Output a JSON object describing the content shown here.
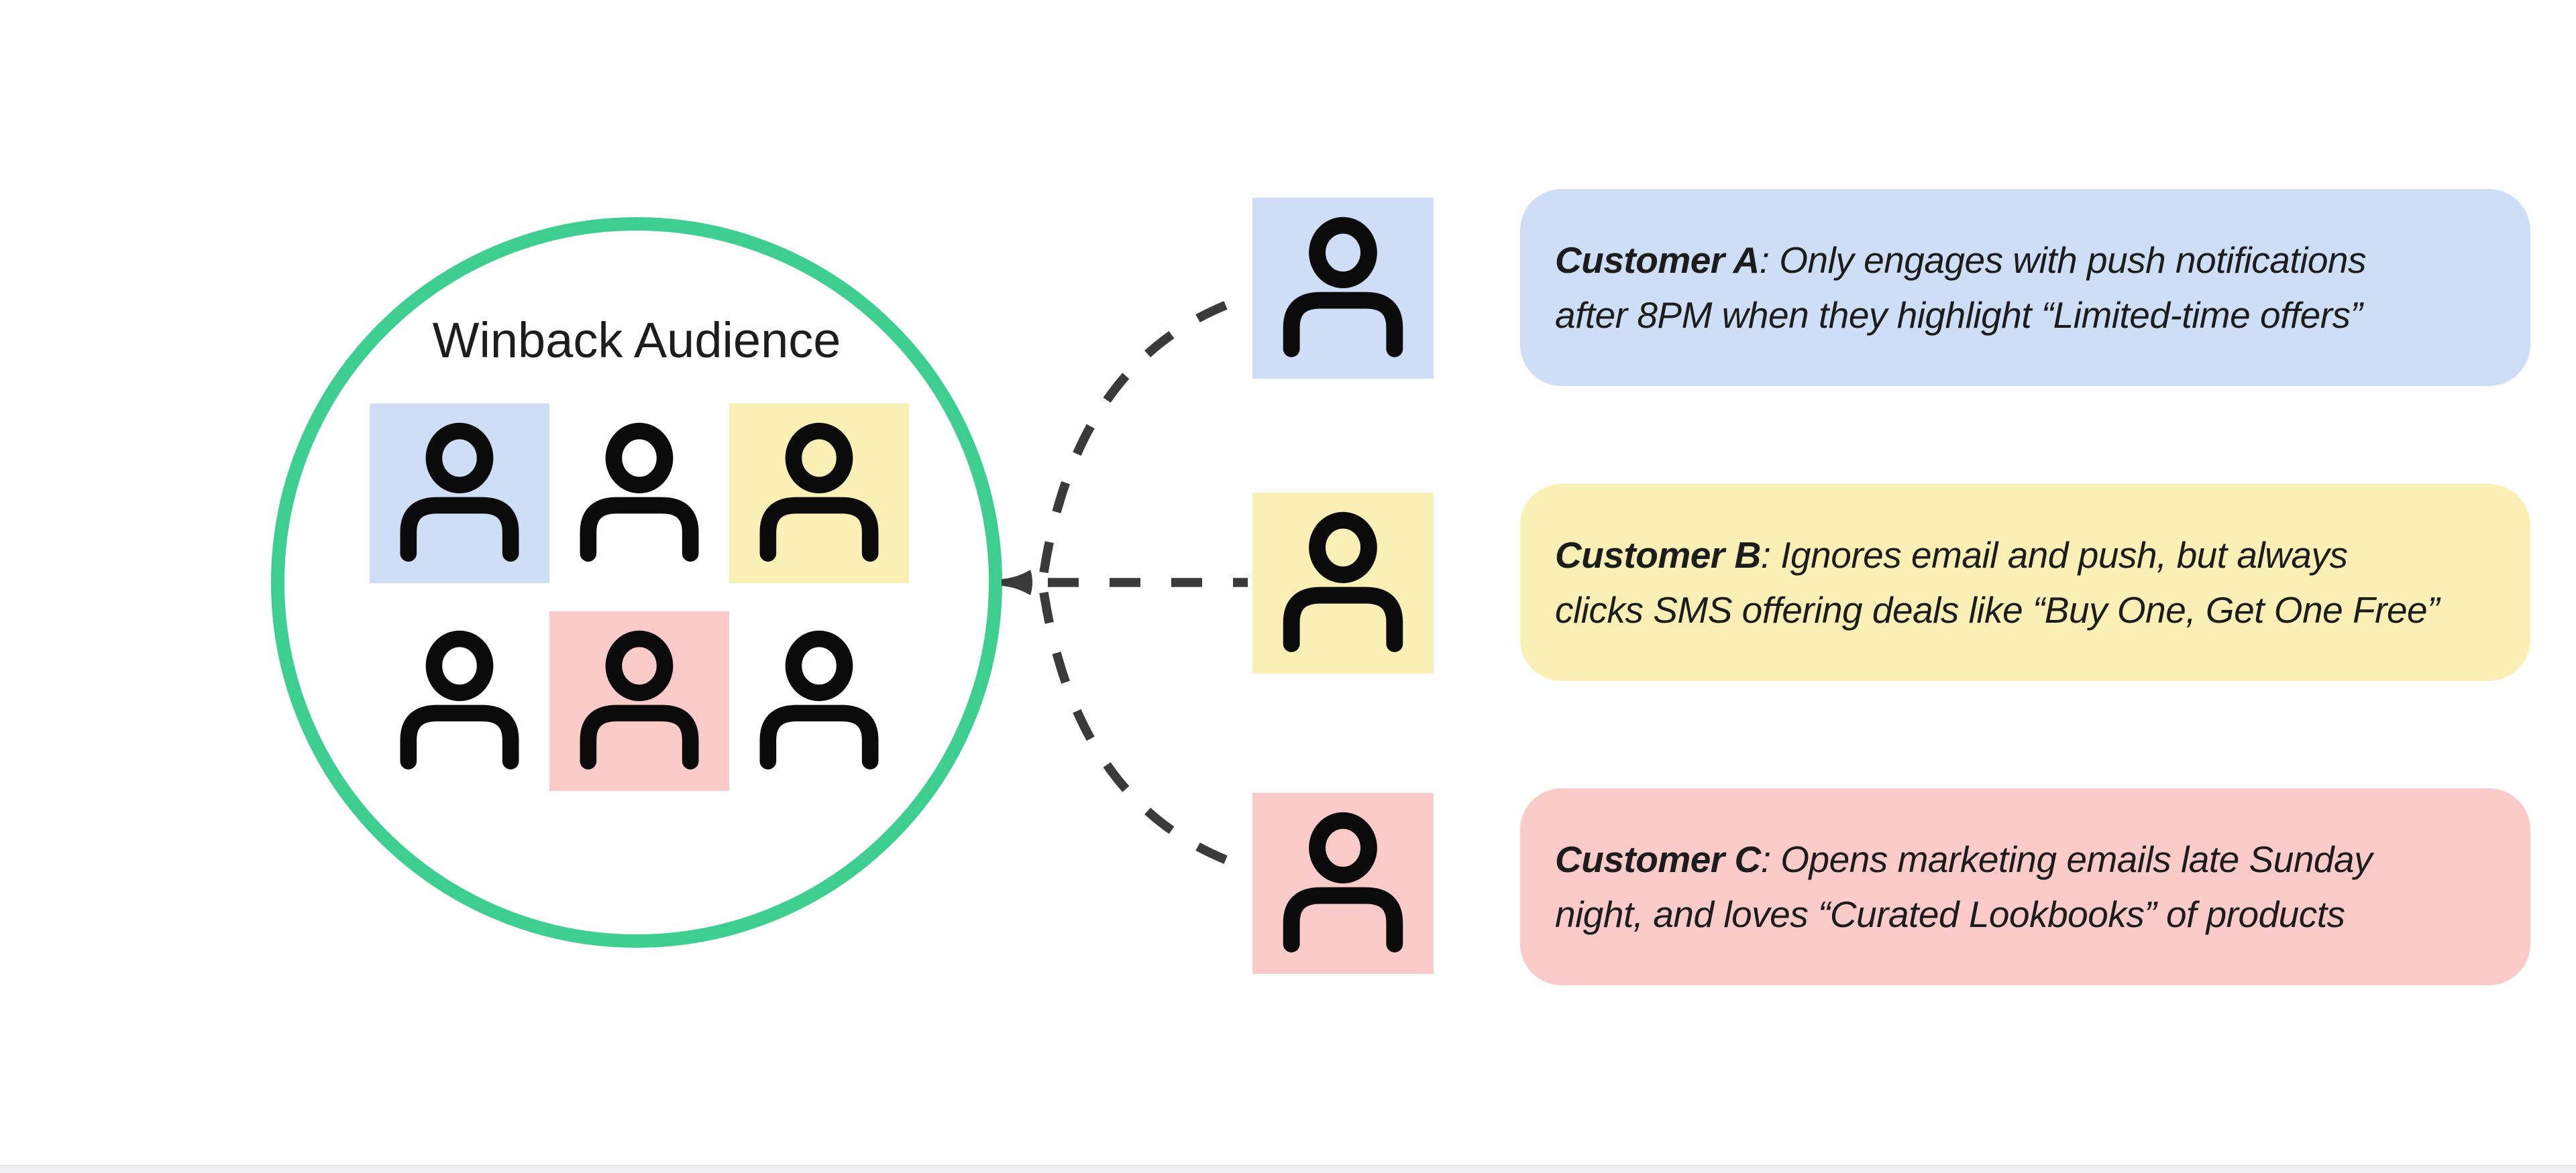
{
  "audience": {
    "title": "Winback Audience",
    "grid": [
      [
        "blue",
        "none",
        "yellow"
      ],
      [
        "none",
        "pink",
        "none"
      ]
    ]
  },
  "segments": [
    {
      "name": "Customer A",
      "tile_color_name": "blue",
      "line1_rest": ": Only engages with push notifications",
      "line2": "after 8PM when they highlight “Limited-time offers”"
    },
    {
      "name": "Customer B",
      "tile_color_name": "yellow",
      "line1_rest": ": Ignores email and push, but always",
      "line2": "clicks SMS offering deals like “Buy One, Get One Free”"
    },
    {
      "name": "Customer C",
      "tile_color_name": "pink",
      "line1_rest": ": Opens marketing emails late Sunday",
      "line2": "night, and loves “Curated Lookbooks” of products"
    }
  ],
  "colors": {
    "circle_stroke": "#3ECE8F",
    "highlight_blue": "#CDDEF6",
    "highlight_yellow": "#FAF0B5",
    "highlight_pink": "#FACBC9",
    "person_icon": "#0B0B0B",
    "connector": "#3A3A3A",
    "text": "#1C1C1C",
    "background": "#FFFFFF"
  }
}
